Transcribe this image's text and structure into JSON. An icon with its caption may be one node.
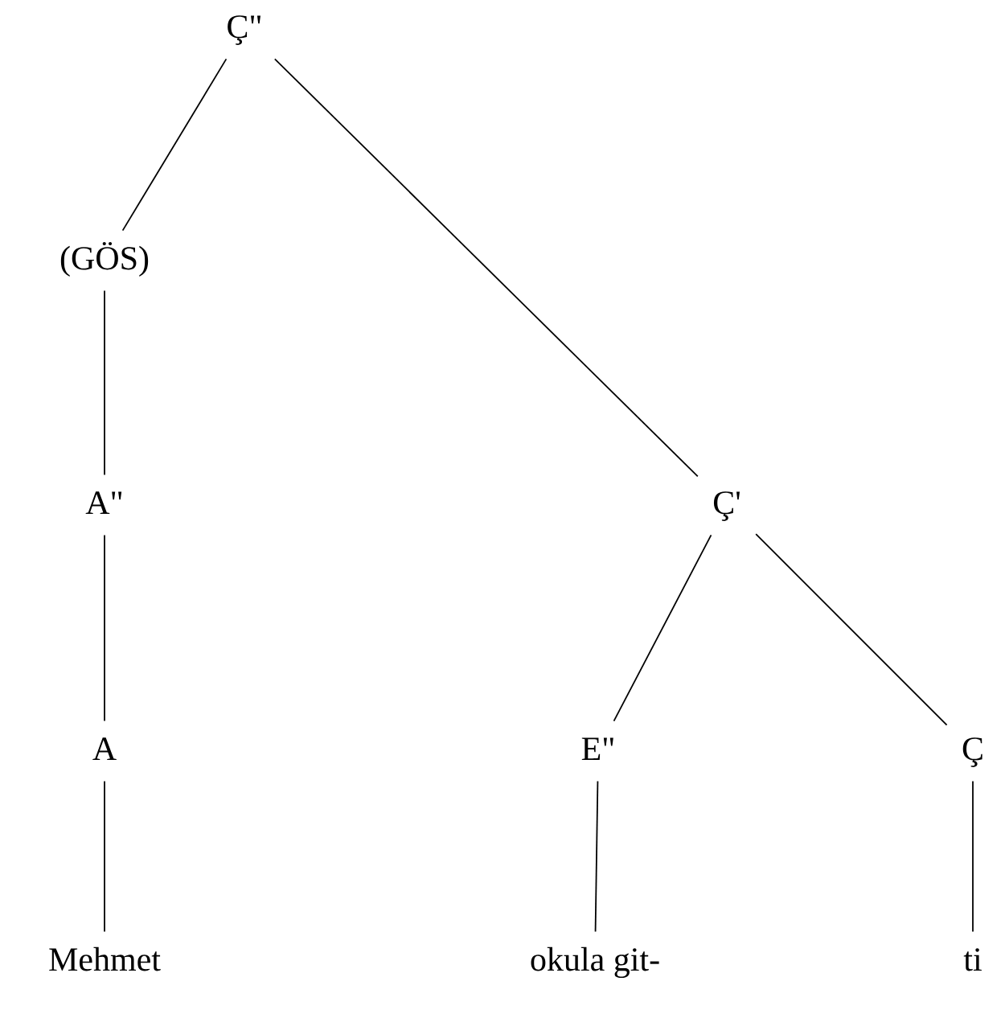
{
  "diagram": {
    "nodes": [
      {
        "text": [
          "Ç\""
        ]
      },
      {
        "text": [
          "(GÖS)"
        ]
      },
      {
        "text": [
          "A\""
        ]
      },
      {
        "text": [
          "Ç'"
        ]
      },
      {
        "text": [
          "A"
        ]
      },
      {
        "text": [
          "E\""
        ]
      },
      {
        "text": [
          "Ç"
        ]
      },
      {
        "text": [
          "Mehmet"
        ]
      },
      {
        "text": [
          "okula git-"
        ]
      },
      {
        "text": [
          "ti"
        ]
      }
    ],
    "edges": [
      {
        "from": 0,
        "to": 1,
        "arrow": "none"
      },
      {
        "from": 0,
        "to": 3,
        "arrow": "none"
      },
      {
        "from": 1,
        "to": 2,
        "arrow": "none"
      },
      {
        "from": 2,
        "to": 4,
        "arrow": "none"
      },
      {
        "from": 3,
        "to": 5,
        "arrow": "none"
      },
      {
        "from": 3,
        "to": 6,
        "arrow": "none"
      },
      {
        "from": 4,
        "to": 7,
        "arrow": "none"
      },
      {
        "from": 5,
        "to": 8,
        "arrow": "none"
      },
      {
        "from": 6,
        "to": 9,
        "arrow": "none"
      }
    ]
  }
}
